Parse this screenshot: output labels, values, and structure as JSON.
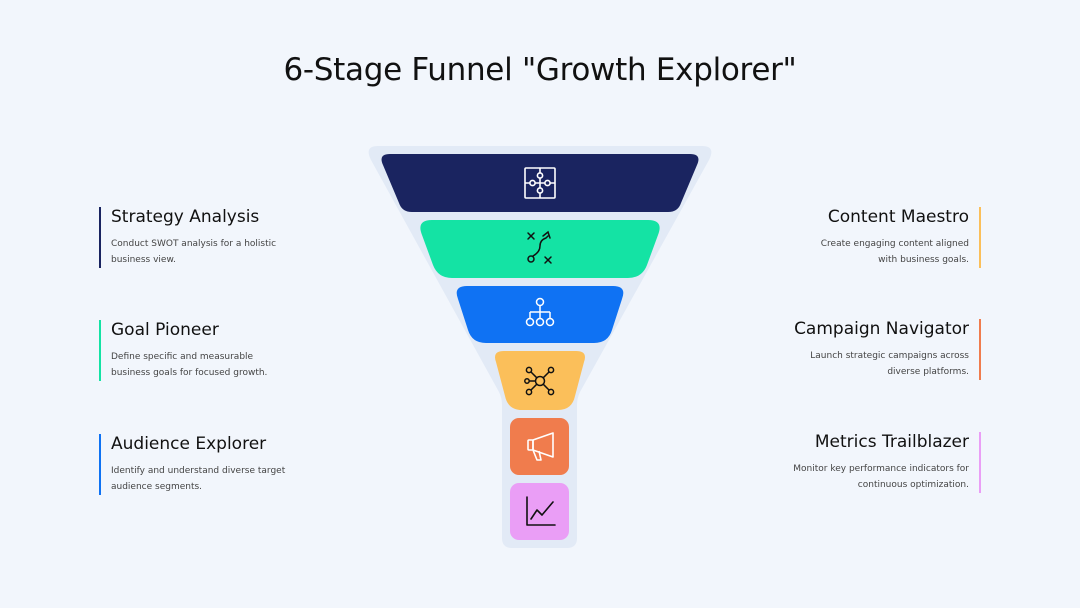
{
  "title": "6-Stage Funnel \"Growth Explorer\"",
  "stages": [
    {
      "name": "Strategy Analysis",
      "desc": "Conduct SWOT analysis for a holistic business view.",
      "color": "#1a2460",
      "icon": "puzzle-icon"
    },
    {
      "name": "Goal Pioneer",
      "desc": "Define specific and measurable business goals for focused growth.",
      "color": "#14e3a4",
      "icon": "strategy-path-icon"
    },
    {
      "name": "Audience Explorer",
      "desc": "Identify and understand diverse target audience segments.",
      "color": "#0f72f3",
      "icon": "hierarchy-icon"
    },
    {
      "name": "Content Maestro",
      "desc": "Create engaging content aligned with business goals.",
      "color": "#fbbf5a",
      "icon": "network-icon"
    },
    {
      "name": "Campaign Navigator",
      "desc": "Launch strategic campaigns across diverse platforms.",
      "color": "#f07c4d",
      "icon": "megaphone-icon"
    },
    {
      "name": "Metrics Trailblazer",
      "desc": "Monitor key performance indicators for continuous optimization.",
      "color": "#ea9ef6",
      "icon": "line-chart-icon"
    }
  ],
  "funnel_background_color": "#e2eaf6"
}
